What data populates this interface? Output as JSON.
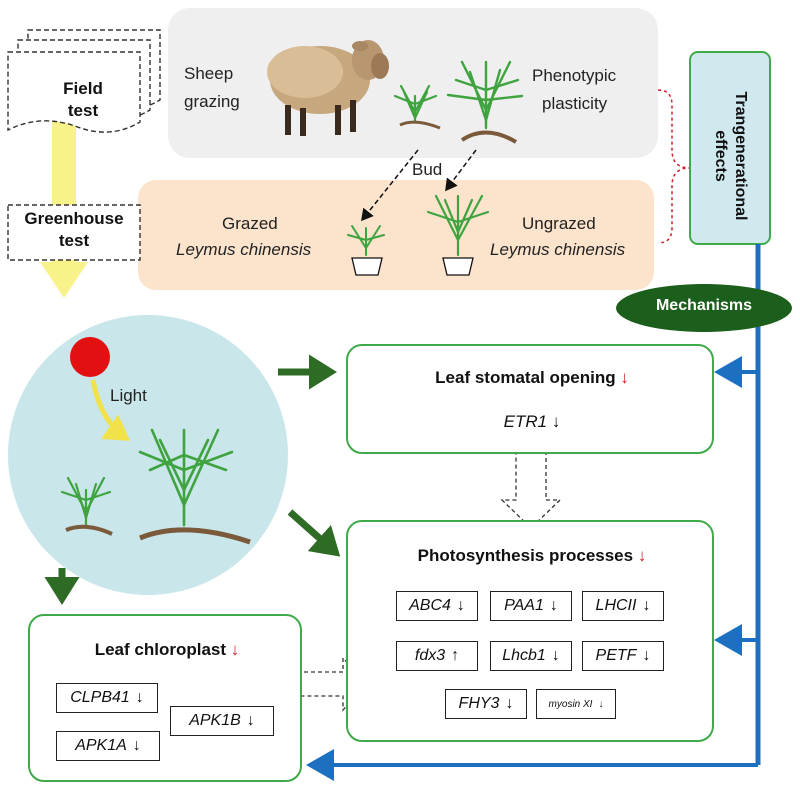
{
  "top": {
    "field_test": "Field test",
    "greenhouse_test": "Greenhouse test",
    "sheep_grazing_l1": "Sheep",
    "sheep_grazing_l2": "grazing",
    "phenotypic_l1": "Phenotypic",
    "phenotypic_l2": "plasticity",
    "bud": "Bud",
    "grazed_l1": "Grazed",
    "grazed_l2": "Leymus chinensis",
    "ungrazed_l1": "Ungrazed",
    "ungrazed_l2": "Leymus chinensis",
    "transgenerational_l1": "Trangenerational",
    "transgenerational_l2": "effects",
    "mechanisms": "Mechanisms",
    "light": "Light"
  },
  "stomata": {
    "title": "Leaf stomatal opening",
    "title_arrow": "↓",
    "gene": "ETR1",
    "gene_arrow": "↓"
  },
  "photosynthesis": {
    "title": "Photosynthesis processes",
    "title_arrow": "↓",
    "genes": [
      {
        "name": "ABC4",
        "arrow": "↓"
      },
      {
        "name": "PAA1",
        "arrow": "↓"
      },
      {
        "name": "LHCII",
        "arrow": "↓"
      },
      {
        "name": "fdx3",
        "arrow": "↑"
      },
      {
        "name": "Lhcb1",
        "arrow": "↓"
      },
      {
        "name": "PETF",
        "arrow": "↓"
      },
      {
        "name": "FHY3",
        "arrow": "↓"
      },
      {
        "name": "myosin XI",
        "arrow": "↓"
      }
    ]
  },
  "chloroplast": {
    "title": "Leaf chloroplast",
    "title_arrow": "↓",
    "genes": [
      {
        "name": "CLPB41",
        "arrow": "↓"
      },
      {
        "name": "APK1B",
        "arrow": "↓"
      },
      {
        "name": "APK1A",
        "arrow": "↓"
      }
    ]
  },
  "colors": {
    "green_border": "#3faa4a",
    "dark_green": "#2e6b25",
    "blue_arrow": "#1f6fc0",
    "red_arrow": "#d0202a",
    "top_panel": "#efefef",
    "orange_panel": "#fbe3cc",
    "circle": "#c9e6ea",
    "trans_box": "#cfe9ef",
    "mechanisms_ellipse": "#1c5e1c"
  }
}
